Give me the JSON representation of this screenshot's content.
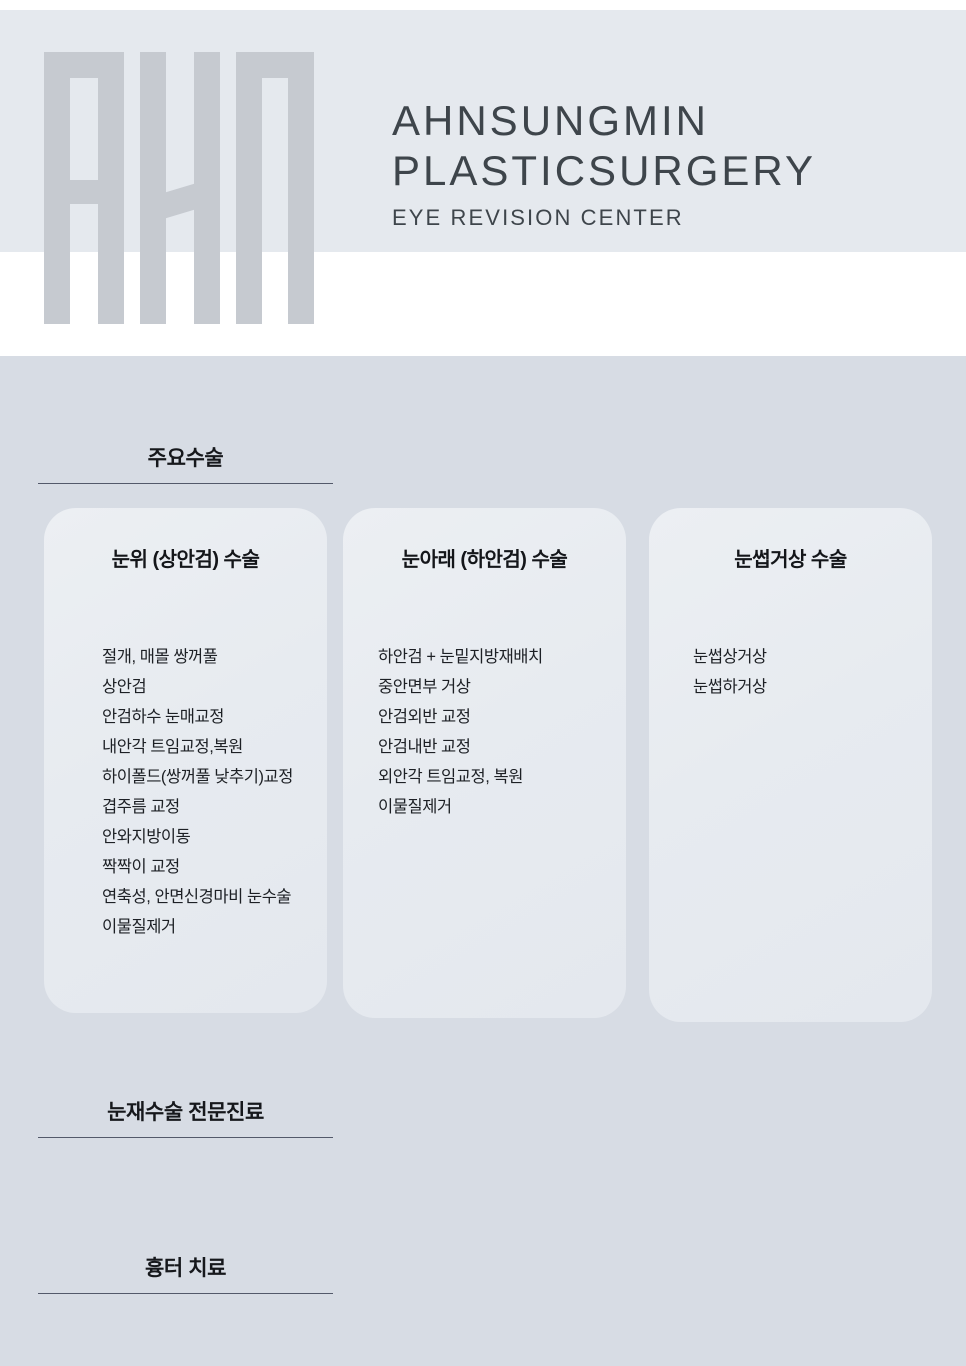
{
  "header": {
    "logo_alt": "AHN",
    "brand_line1": "AHNSUNGMIN",
    "brand_line2": "PLASTICSURGERY",
    "brand_line3": "EYE REVISION CENTER",
    "brand_color": "#3e454b",
    "band_color": "#e5e9ee"
  },
  "theme": {
    "page_background": "#d7dce4",
    "card_background": "#e8ecf1",
    "rule_color": "#53596a",
    "logo_color": "#c6cad0",
    "text_color": "#1d2025"
  },
  "sections": {
    "main_surgery": {
      "title": "주요수술"
    },
    "eye_revision": {
      "title": "눈재수술 전문진료"
    },
    "scar_treatment": {
      "title": "흉터 치료"
    }
  },
  "cards": [
    {
      "id": "upper-eyelid",
      "title": "눈위 (상안검) 수술",
      "items": [
        "절개, 매몰 쌍꺼풀",
        "상안검",
        "안검하수 눈매교정",
        "내안각 트임교정,복원",
        "하이폴드(쌍꺼풀 낮추기)교정",
        "겹주름 교정",
        "안와지방이동",
        "짝짝이 교정",
        "연축성, 안면신경마비 눈수술",
        "이물질제거"
      ]
    },
    {
      "id": "lower-eyelid",
      "title": "눈아래 (하안검) 수술",
      "items": [
        "하안검 + 눈밑지방재배치",
        "중안면부 거상",
        "안검외반 교정",
        "안검내반 교정",
        "외안각 트임교정, 복원",
        "이물질제거"
      ]
    },
    {
      "id": "brow-lift",
      "title": "눈썹거상 수술",
      "items": [
        "눈썹상거상",
        "눈썹하거상"
      ]
    }
  ]
}
